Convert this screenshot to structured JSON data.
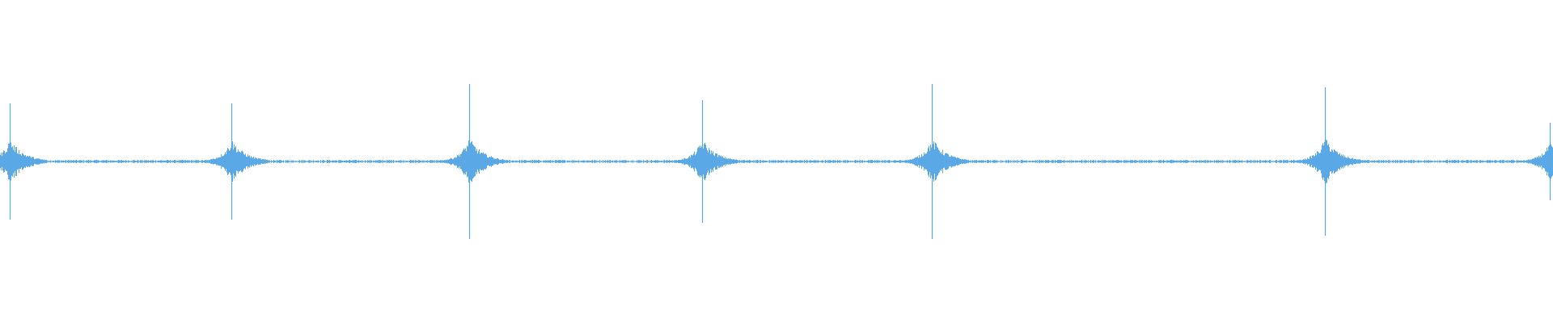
{
  "waveform": {
    "wave_color": "#5aa9e6",
    "background_color": "#ffffff",
    "baseline_amplitude": 0.004,
    "transients": [
      {
        "position": 0.006,
        "peak_up": 0.18,
        "peak_down": 0.18,
        "body_amp": 0.07
      },
      {
        "position": 0.149,
        "peak_up": 0.18,
        "peak_down": 0.18,
        "body_amp": 0.07
      },
      {
        "position": 0.302,
        "peak_up": 0.24,
        "peak_down": 0.24,
        "body_amp": 0.075
      },
      {
        "position": 0.452,
        "peak_up": 0.19,
        "peak_down": 0.19,
        "body_amp": 0.07
      },
      {
        "position": 0.6,
        "peak_up": 0.24,
        "peak_down": 0.24,
        "body_amp": 0.075
      },
      {
        "position": 0.853,
        "peak_up": 0.23,
        "peak_down": 0.23,
        "body_amp": 0.075
      },
      {
        "position": 0.998,
        "peak_up": 0.12,
        "peak_down": 0.12,
        "body_amp": 0.06
      }
    ]
  }
}
